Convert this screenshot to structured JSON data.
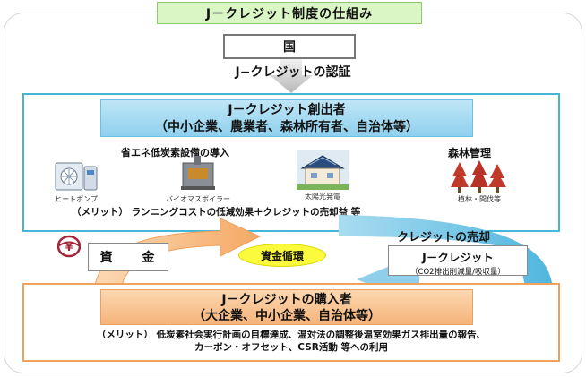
{
  "title": "J－クレジット制度の仕組み",
  "government": "国",
  "certification": "J−クレジットの認証",
  "creator": {
    "title": "J－クレジット創出者",
    "subtitle": "（中小企業、農業者、森林所有者、自治体等）",
    "eco_equipment_label": "省エネ低炭素設備の導入",
    "forest_label": "森林管理",
    "icons": [
      {
        "icon": "heat-pump-icon",
        "label": "ヒートポンプ"
      },
      {
        "icon": "biomass-boiler-icon",
        "label": "バイオマスボイラー"
      },
      {
        "icon": "solar-power-icon",
        "label": "太陽光発電"
      },
      {
        "icon": "forest-icon",
        "label": "植林・間伐等"
      }
    ],
    "merit": "（メリット） ランニングコストの低減効果＋クレジットの売却益 等"
  },
  "flows": {
    "money_label": "資 金",
    "cycle_label": "資金循環",
    "sale_label": "クレジットの売却",
    "credit_title": "J－クレジット",
    "credit_subtitle": "（CO2排出削減量/吸収量）"
  },
  "buyer": {
    "title": "J－クレジットの購入者",
    "subtitle": "（大企業、中小企業、自治体等）",
    "merit_line1": "（メリット） 低炭素社会実行計画の目標達成、温対法の調整後温室効果ガス排出量の報告、",
    "merit_line2": "カーボン・オフセット、CSR活動 等への利用"
  },
  "colors": {
    "creator_border": "#46b6d6",
    "buyer_border": "#f0a25a",
    "money_arrow": "#f8b878",
    "credit_arrow": "#5bbde0",
    "cycle_fill": "#fbfa3c",
    "title_fill": "#d9f6c4"
  }
}
